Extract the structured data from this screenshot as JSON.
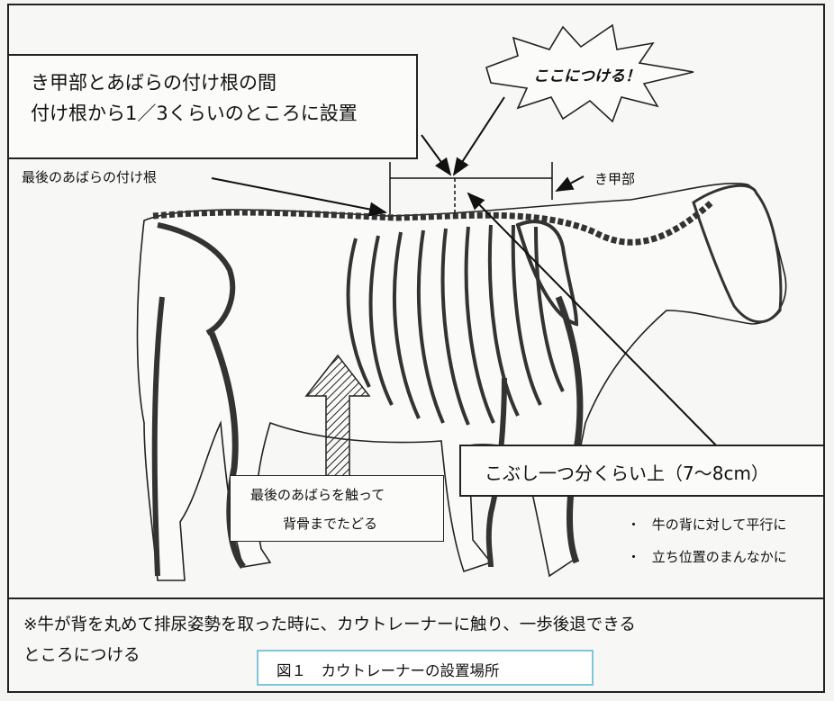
{
  "callout_main": {
    "line1": "き甲部とあばらの付け根の間",
    "line2": "付け根から1／3くらいのところに設置"
  },
  "burst_label": "ここにつける！",
  "label_last_rib_root": "最後のあばらの付け根",
  "label_withers": "き甲部",
  "label_height": "こぶし一つ分くらい上（7～8cm）",
  "instruction_box": {
    "line1": "最後のあばらを触って",
    "line2": "背骨までたどる"
  },
  "bullets": [
    "牛の背に対して平行に",
    "立ち位置のまんなかに"
  ],
  "bullet_mark": "・",
  "note": {
    "line1": "※牛が背を丸めて排尿姿勢を取った時に、カウトレーナーに触り、一歩後退できる",
    "line2": "ところにつける"
  },
  "figure_caption": "図１　カウトレーナーの設置場所",
  "colors": {
    "caption_border": "#7fc6d8",
    "ink": "#111111"
  }
}
